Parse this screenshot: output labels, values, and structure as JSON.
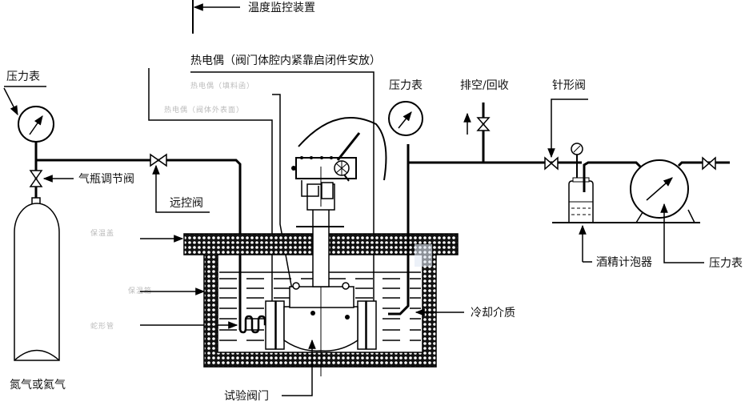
{
  "diagram": {
    "title": "Low-temperature valve test setup",
    "labels": {
      "temp_monitor": "温度监控装置",
      "thermocouple_body": "热电偶（阀门体腔内紧靠启闭件安放）",
      "thermocouple_seal_faded": "热电偶（填料函）",
      "thermocouple_outer_faded": "热电偶（阀体外表面）",
      "pressure_gauge_left": "压力表",
      "cylinder_regulator_valve": "气瓶调节阀",
      "remote_valve": "远控阀",
      "gas_cylinder": "氮气或氦气",
      "insulation_cover_faded": "保温盖",
      "insulated_tank_faded": "保温箱",
      "coil_faded": "蛇形管",
      "test_valve": "试验阀门",
      "cooling_medium": "冷却介质",
      "pressure_gauge_mid": "压力表",
      "vent_recovery": "排空/回收",
      "needle_valve": "针形阀",
      "alcohol_bubbler": "酒精计泡器",
      "pressure_gauge_right": "压力表"
    },
    "colors": {
      "line": "#000000",
      "background": "#ffffff",
      "faded_text": "#bbbbbb"
    }
  }
}
